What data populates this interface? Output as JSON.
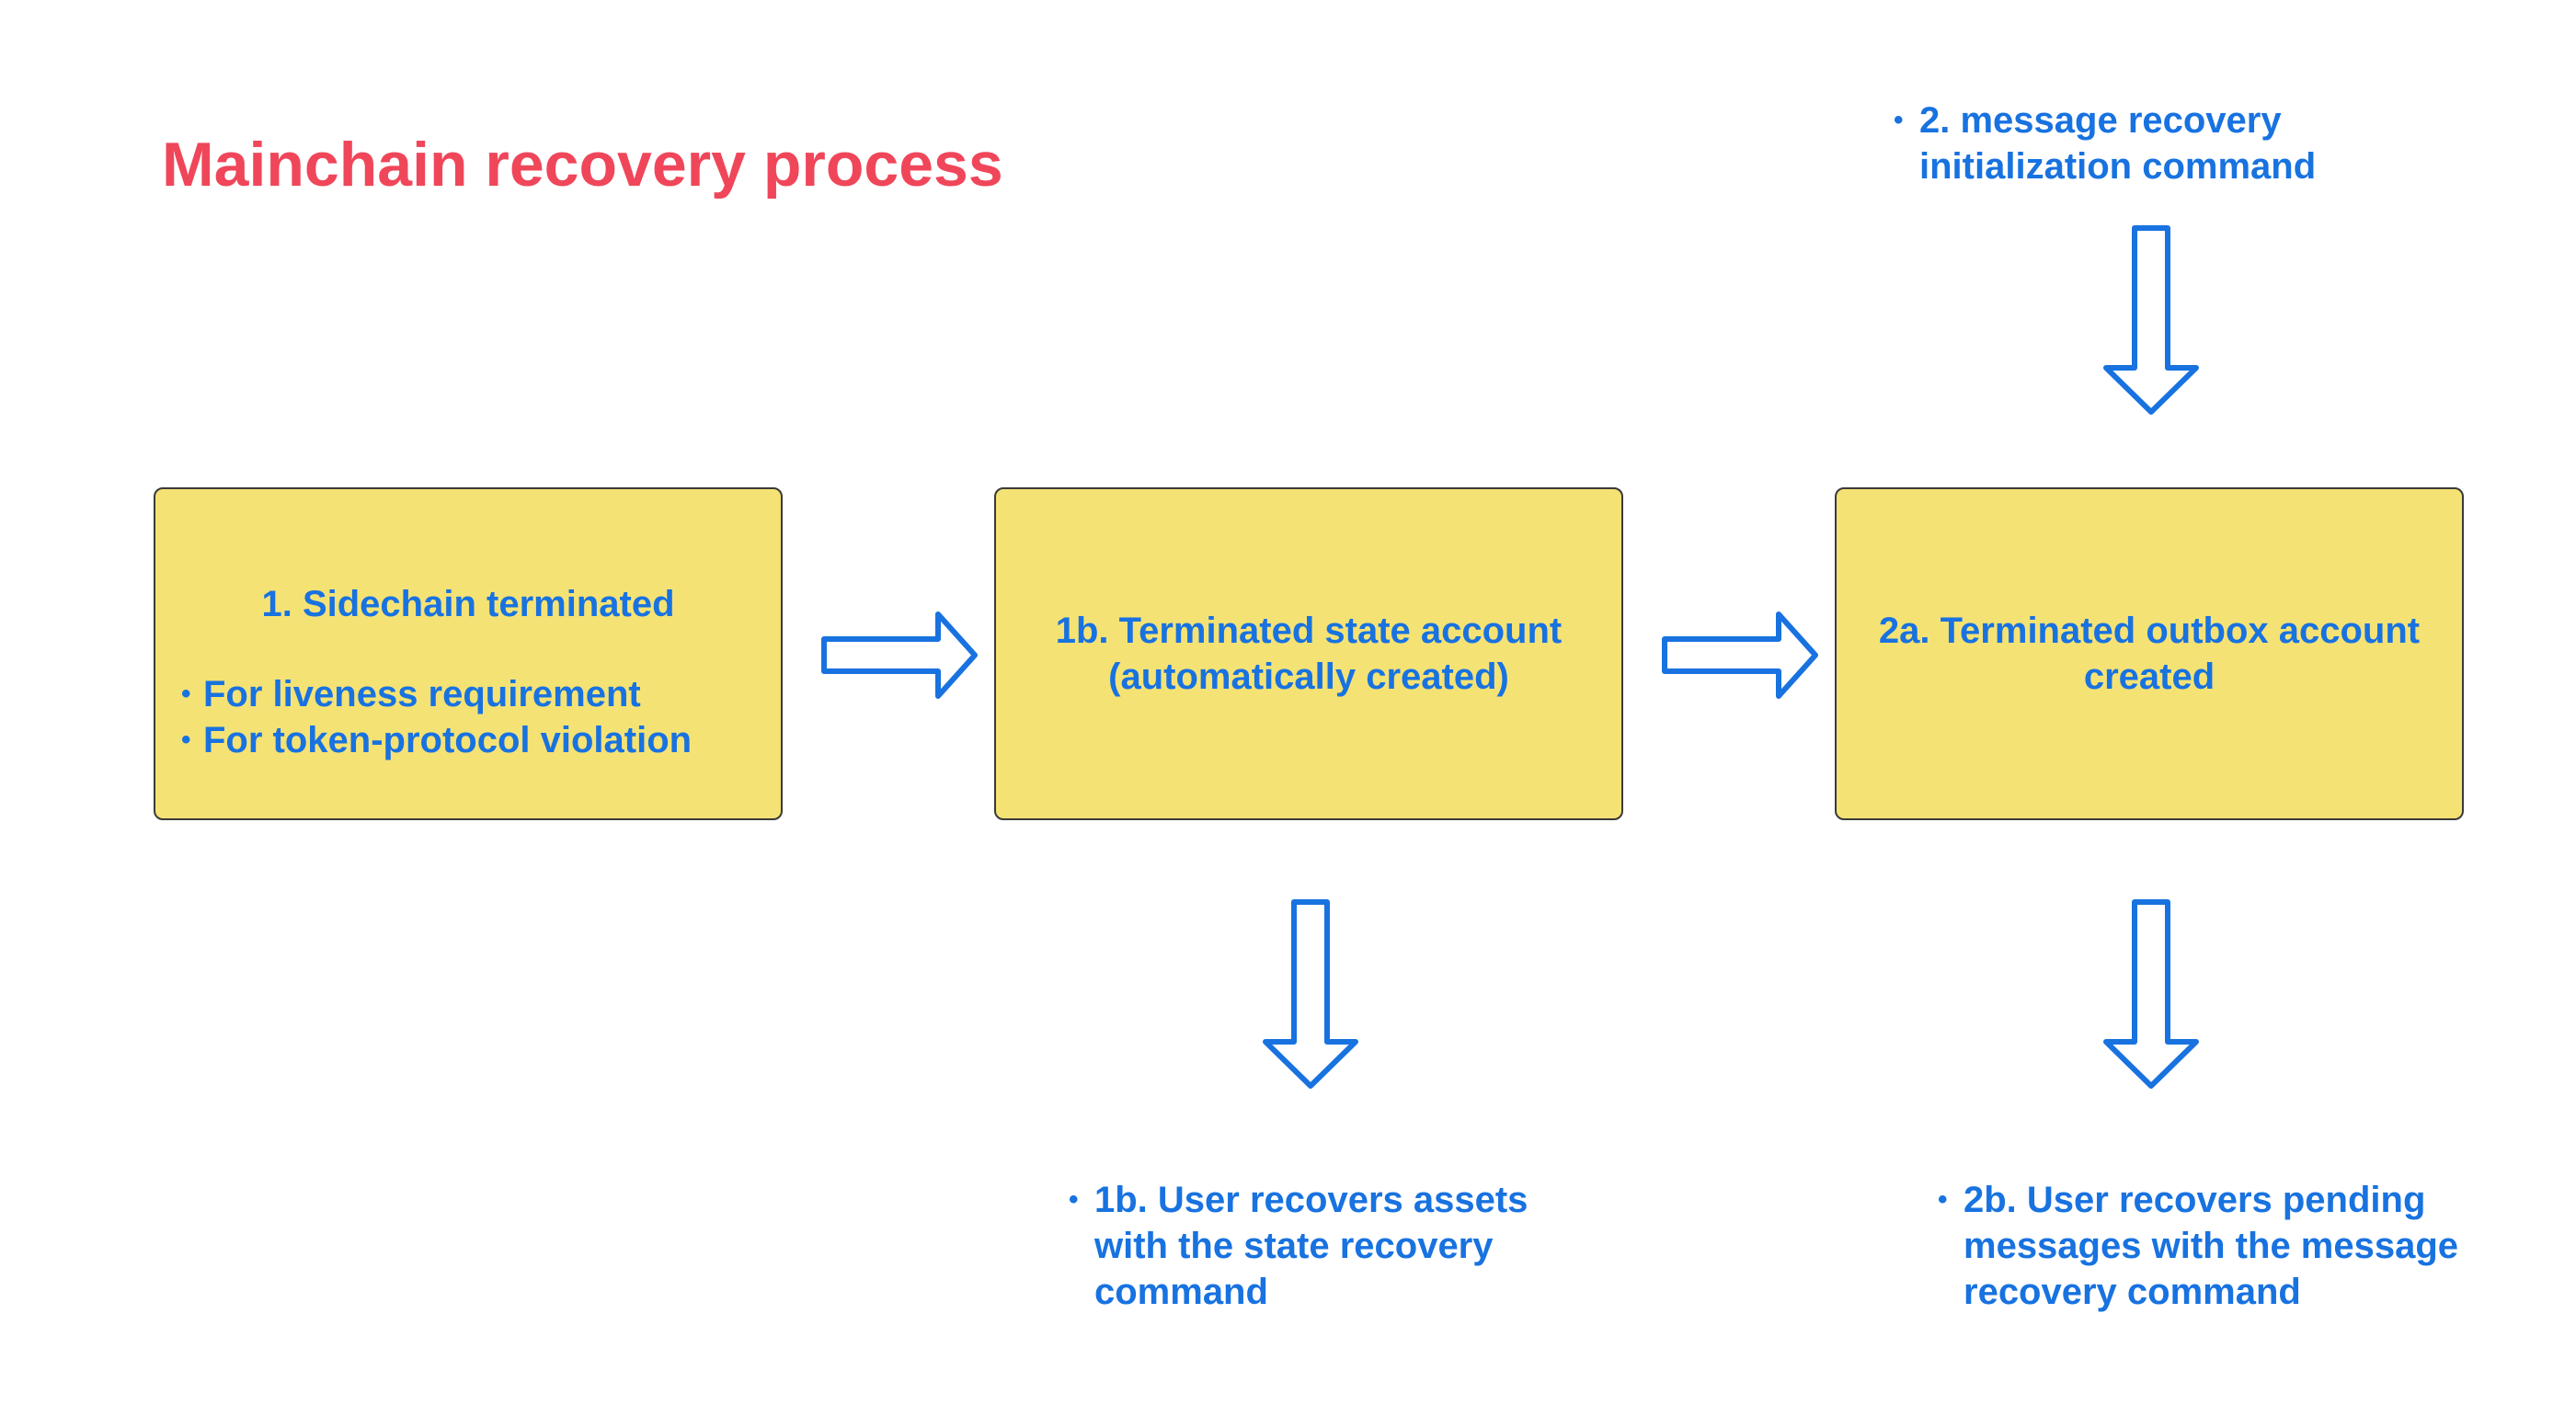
{
  "colors": {
    "title": "#f0465a",
    "text": "#1872e0",
    "box_fill": "#f5e275",
    "box_border": "#3a3a3a",
    "arrow_stroke": "#1872e0"
  },
  "title": "Mainchain recovery process",
  "boxes": {
    "sidechain_terminated": {
      "label": "1. Sidechain terminated",
      "bullets": [
        "For liveness requirement",
        "For token-protocol violation"
      ]
    },
    "terminated_state_account": {
      "line1": "1b. Terminated state account",
      "line2": "(automatically created)"
    },
    "terminated_outbox_account": {
      "line1": "2a. Terminated outbox account",
      "line2": "created"
    }
  },
  "notes": {
    "message_recovery_init": {
      "line1": "2. message recovery",
      "line2": "initialization command"
    },
    "user_recovers_assets": {
      "line1": "1b. User recovers assets",
      "line2": "with the state recovery",
      "line3": "command"
    },
    "user_recovers_messages": {
      "line1": "2b. User recovers pending",
      "line2": "messages with the message",
      "line3": "recovery command"
    }
  },
  "bullet_glyph": "•",
  "icons": {
    "right_arrow": "hollow-right-arrow-icon",
    "down_arrow": "hollow-down-arrow-icon"
  }
}
